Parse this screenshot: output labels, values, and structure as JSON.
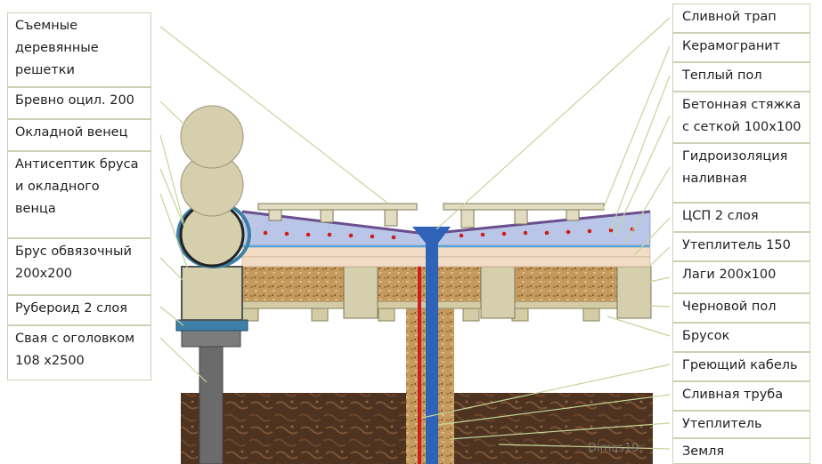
{
  "left_labels": [
    "Съемные\nдеревянные\nрешетки",
    "Бревно оцил. 200",
    "Окладной венец",
    "Антисептик бруса\nи окладного\nвенца",
    "Брус обвязочный\n200х200",
    "Рубероид 2 слоя",
    "Свая с оголовком\n108 х2500"
  ],
  "right_labels": [
    "Сливной трап",
    "Керамогранит",
    "Теплый пол",
    "Бетонная стяжка\nс сеткой 100х100",
    "Гидроизоляция\nналивная",
    "ЦСП 2 слоя",
    "Утеплитель 150",
    "Лаги 200х100",
    "Черновой пол",
    "Брусок",
    "Греющий кабель",
    "Сливная труба",
    "Утеплитель",
    "Земля"
  ],
  "watermark": "Dimas19",
  "colors": {
    "leader": "#c5d59a",
    "soil": "#5a3a22",
    "osb": "#c9a46a",
    "screed": "#b9c6e8",
    "pipe": "#2f63b8",
    "cable": "#d21c1c",
    "log": "#d6cfae",
    "pile": "#6b6b6b",
    "cap": "#3d7fa6"
  }
}
